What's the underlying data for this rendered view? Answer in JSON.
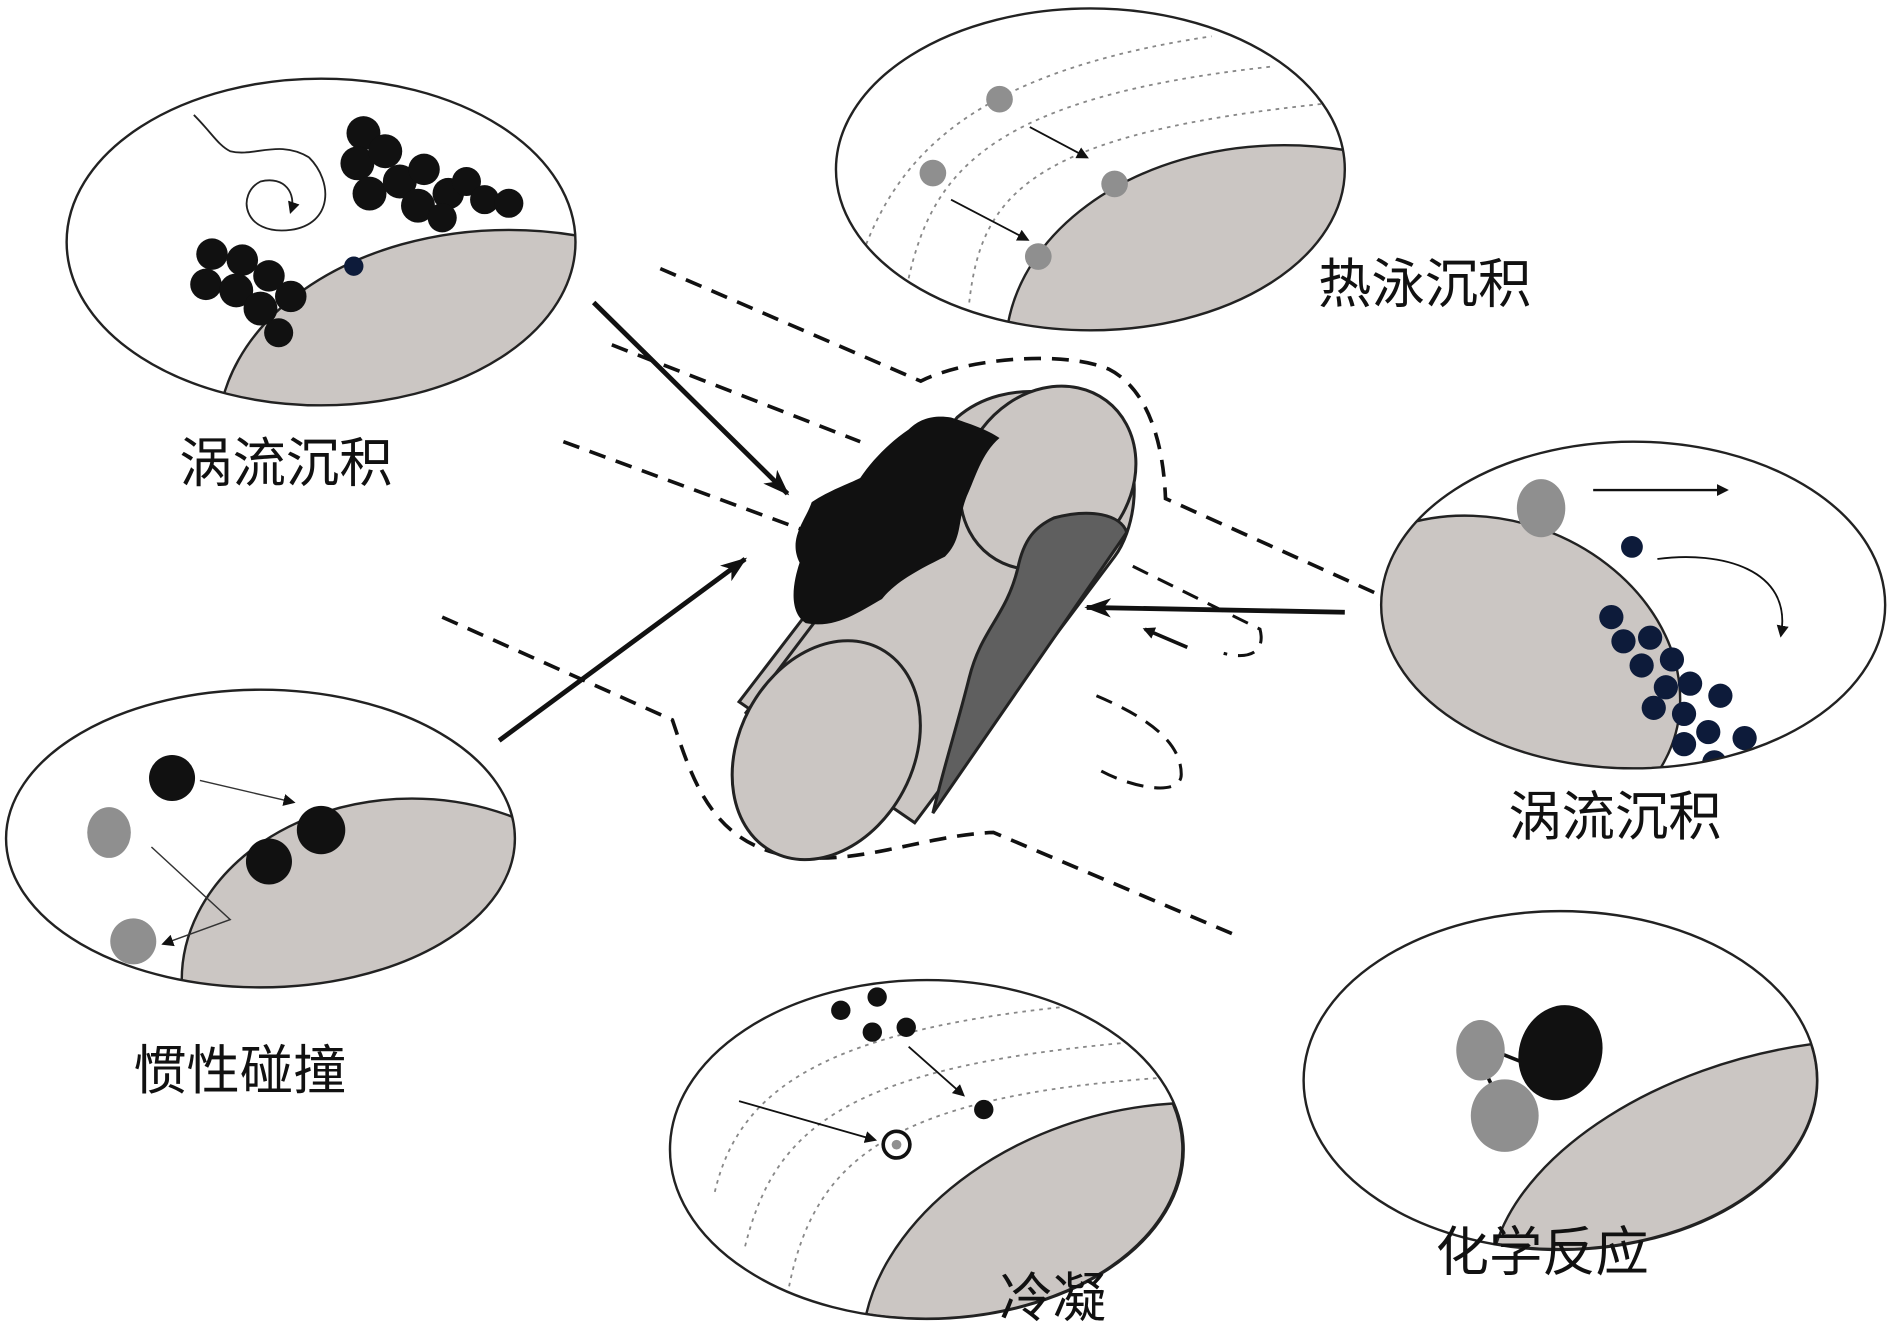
{
  "labels": {
    "eddy_top_left": "涡流沉积",
    "thermophoresis": "热泳沉积",
    "eddy_right": "涡流沉积",
    "inertial_impaction": "惯性碰撞",
    "condensation": "冷凝",
    "chemical_reaction": "化学反应"
  },
  "colors": {
    "substrate": "#cbc6c3",
    "deposit": "#111111",
    "gray_particle": "#8f8f8f",
    "blue_particle": "#0d1b3a",
    "damage": "#5f5f5f"
  }
}
